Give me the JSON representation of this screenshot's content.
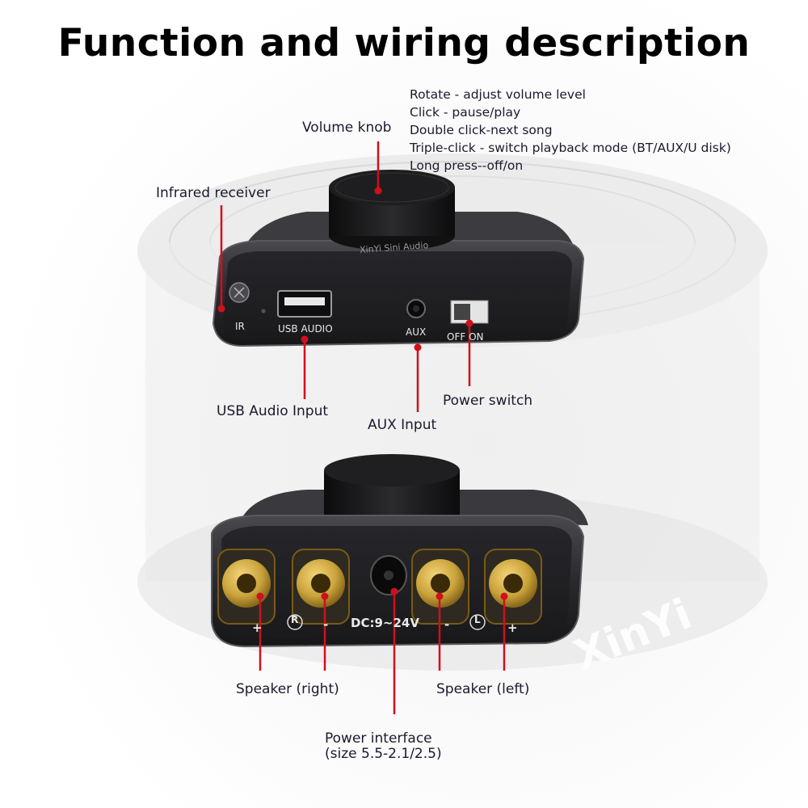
{
  "title": "Function and wiring description",
  "labels": {
    "volume_knob": "Volume knob",
    "infrared_receiver": "Infrared receiver",
    "usb_audio_input": "USB Audio Input",
    "aux_input": "AUX Input",
    "power_switch": "Power switch",
    "speaker_right": "Speaker (right)",
    "speaker_left": "Speaker (left)",
    "power_interface_line1": "Power interface",
    "power_interface_line2": "(size 5.5-2.1/2.5)"
  },
  "knob_functions": [
    "Rotate - adjust volume level",
    "Click - pause/play",
    "Double click-next song",
    "Triple-click - switch playback mode (BT/AUX/U disk)",
    "Long press--off/on"
  ],
  "device_front": {
    "brand": "XinYi Sini Audio",
    "ir": "IR",
    "usb": "USB AUDIO",
    "aux": "AUX",
    "switch": "OFF ON"
  },
  "device_back": {
    "dc": "DC:9~24V",
    "plus": "+",
    "minus": "-",
    "r_mark": "R",
    "l_mark": "L"
  },
  "colors": {
    "pointer": "#d0101c",
    "device_body": "#2a2a2c",
    "terminal_gold": "#c9a23a"
  }
}
